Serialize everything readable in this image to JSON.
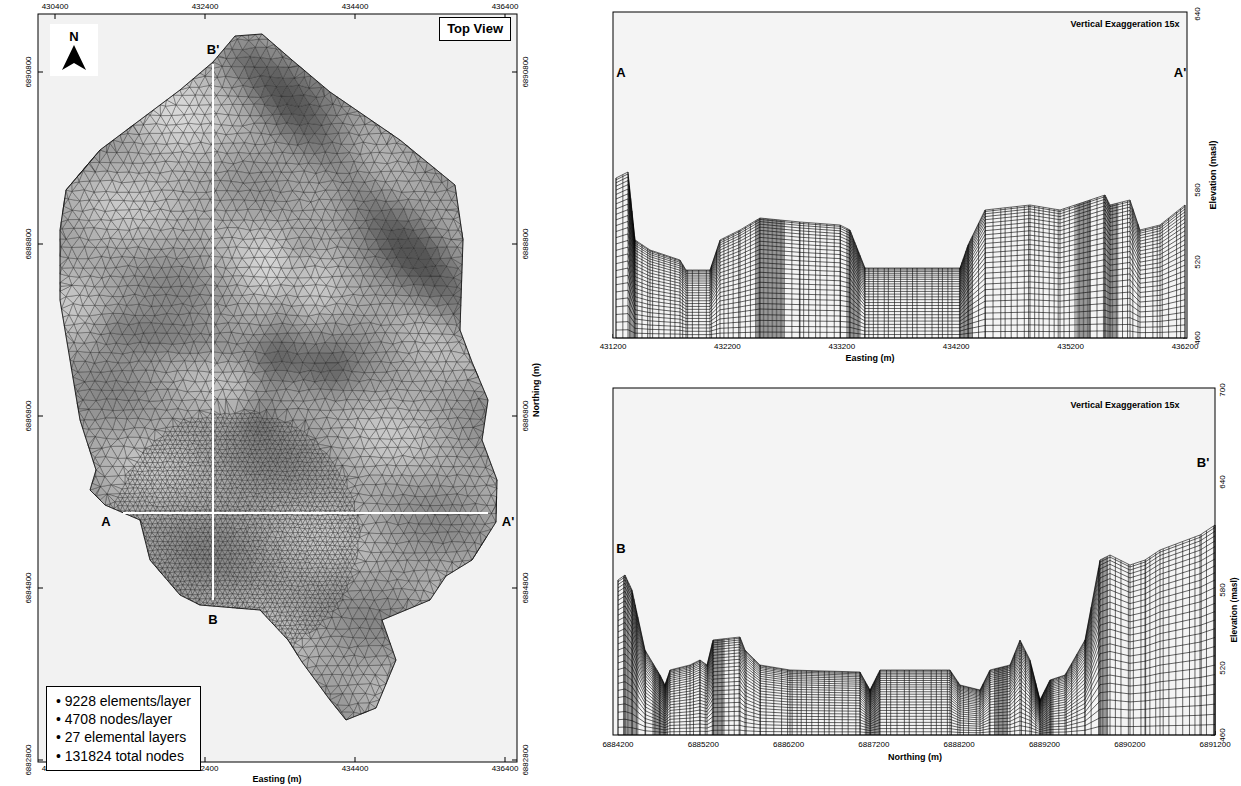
{
  "diagram": {
    "nodes": [
      {
        "text": [
          "Top View"
        ]
      },
      {
        "text": [
          "• 9228 elements/layer",
          "• 4708 nodes/layer",
          "• 27 elemental layers",
          "• 131824 total nodes"
        ]
      }
    ],
    "labels": [
      "N",
      "B'",
      "A",
      "A'",
      "B",
      "430400",
      "432400",
      "434400",
      "436400",
      "430400",
      "432400",
      "434400",
      "436400",
      "6890800",
      "6888800",
      "6886800",
      "6884800",
      "6882800",
      "6890800",
      "6888800",
      "6886800",
      "6884800",
      "6882800",
      "Easting (m)",
      "Northing (m)",
      "Vertical Exaggeration 15x",
      "A",
      "A'",
      "640",
      "580",
      "520",
      "460",
      "Elevation (masl)",
      "431200",
      "432200",
      "433200",
      "434200",
      "435200",
      "436200",
      "Easting (m)",
      "Vertical Exaggeration 15x",
      "B",
      "B'",
      "700",
      "640",
      "580",
      "520",
      "460",
      "Elevation (masl)",
      "6884200",
      "6885200",
      "6886200",
      "6887200",
      "6888200",
      "6889200",
      "6890200",
      "6891200",
      "Northing (m)"
    ]
  }
}
